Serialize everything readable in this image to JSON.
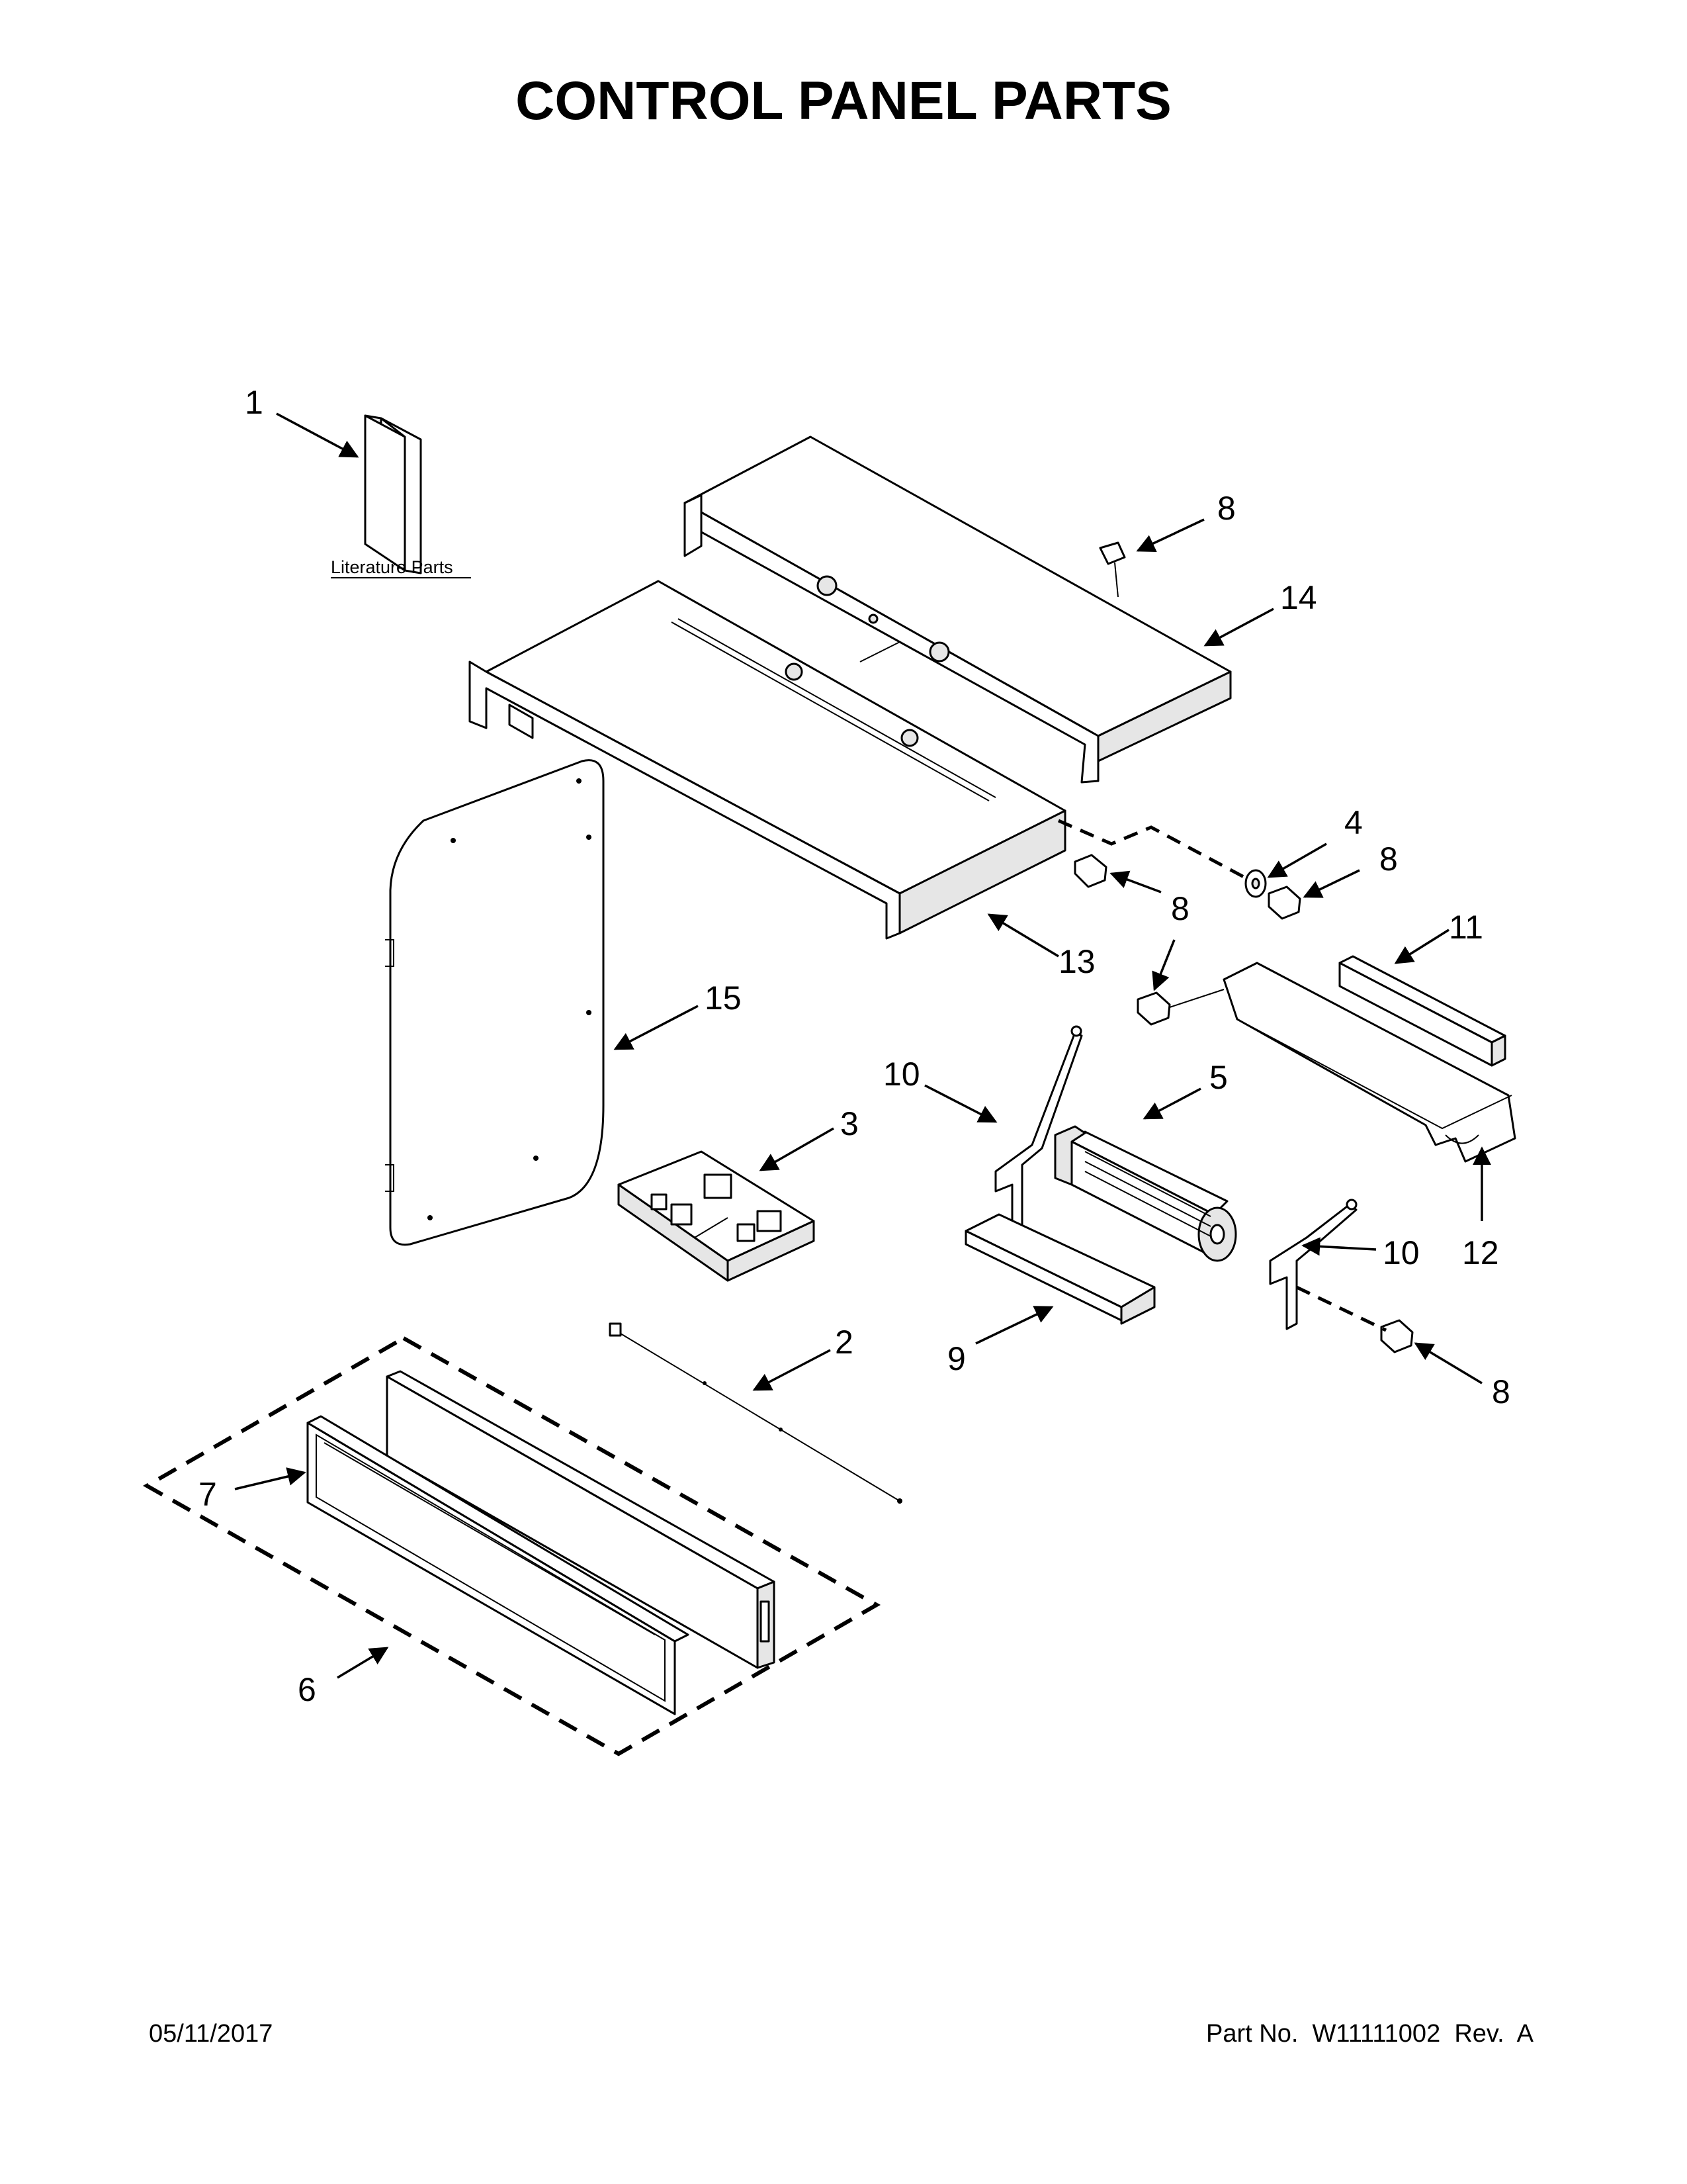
{
  "title": "CONTROL PANEL PARTS",
  "literature_label": "Literature Parts",
  "callouts": {
    "c1": "1",
    "c2": "2",
    "c3": "3",
    "c4": "4",
    "c5": "5",
    "c6": "6",
    "c7": "7",
    "c8a": "8",
    "c8b": "8",
    "c8c": "8",
    "c8d": "8",
    "c9": "9",
    "c10a": "10",
    "c10b": "10",
    "c11": "11",
    "c12": "12",
    "c13": "13",
    "c14": "14",
    "c15": "15"
  },
  "footer": {
    "date": "05/11/2017",
    "part_no": "Part No.  W11111002  Rev.  A"
  }
}
